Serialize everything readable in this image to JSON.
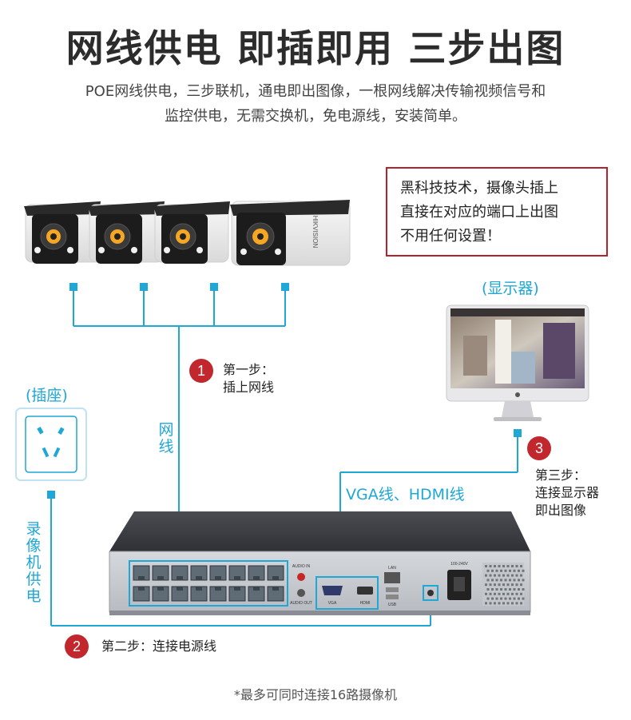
{
  "title": "网线供电  即插即用  三步出图",
  "subtitle_line1": "POE网线供电，三步联机，通电即出图像，一根网线解决传输视频信号和",
  "subtitle_line2": "监控供电，无需交换机，免电源线，安装简单。",
  "notice": {
    "line1": "黑科技技术，摄像头插上",
    "line2": "直接在对应的端口上出图",
    "line3": "不用任何设置！"
  },
  "labels": {
    "monitor": "(显示器)",
    "socket": "(插座)",
    "cable": "网线",
    "nvr_power": "录像机供电",
    "video_cable": "VGA线、HDMI线",
    "camera_brand": "HIKVISION"
  },
  "nvr_labels": {
    "audio_in": "AUDIO IN",
    "audio_out": "AUDIO OUT",
    "vga": "VGA",
    "hdmi": "HDMI",
    "lan": "LAN",
    "usb": "USB",
    "power_rating": "100-240V"
  },
  "steps": [
    {
      "num": "1",
      "line1": "第一步：",
      "line2": "插上网线"
    },
    {
      "num": "2",
      "line1": "第二步：连接电源线",
      "line2": ""
    },
    {
      "num": "3",
      "line1": "第三步：",
      "line2": "连接显示器",
      "line3": "即出图像"
    }
  ],
  "footnote": "*最多可同时连接16路摄像机",
  "colors": {
    "accent_cyan": "#1fa7d6",
    "step_red": "#c1272d",
    "notice_border": "#b3232b",
    "nvr_body": "#3d3f44"
  },
  "nvr_poe_ports": 16
}
